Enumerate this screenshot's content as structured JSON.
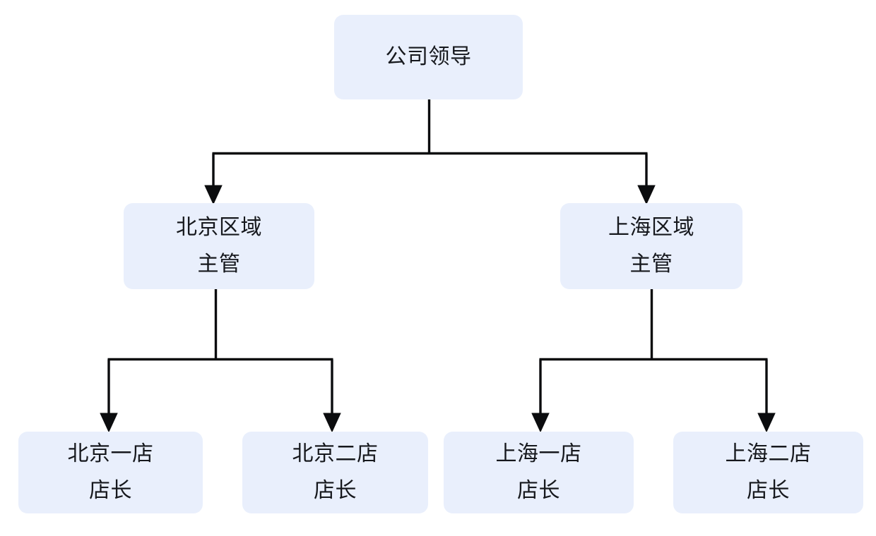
{
  "diagram": {
    "type": "org-chart",
    "orientation": "top-down",
    "title": "",
    "style": {
      "node_fill": "#e9effc",
      "node_text_color": "#16181d",
      "connector_color": "#0b0c0e",
      "background": "#ffffff",
      "connector_type": "orthogonal-elbow",
      "arrowheads": "filled-triangle"
    },
    "nodes": [
      {
        "id": "root",
        "label": "公司领导",
        "lines": [
          "公司领导"
        ],
        "level": 0
      },
      {
        "id": "mgr-bj",
        "label": "北京区域主管",
        "lines": [
          "北京区域",
          "主管"
        ],
        "level": 1
      },
      {
        "id": "mgr-sh",
        "label": "上海区域主管",
        "lines": [
          "上海区域",
          "主管"
        ],
        "level": 1
      },
      {
        "id": "store-bj1",
        "label": "北京一店店长",
        "lines": [
          "北京一店",
          "店长"
        ],
        "level": 2
      },
      {
        "id": "store-bj2",
        "label": "北京二店店长",
        "lines": [
          "北京二店",
          "店长"
        ],
        "level": 2
      },
      {
        "id": "store-sh1",
        "label": "上海一店店长",
        "lines": [
          "上海一店",
          "店长"
        ],
        "level": 2
      },
      {
        "id": "store-sh2",
        "label": "上海二店店长",
        "lines": [
          "上海二店",
          "店长"
        ],
        "level": 2
      }
    ],
    "edges": [
      {
        "from": "root",
        "to": "mgr-bj",
        "arrow": true
      },
      {
        "from": "root",
        "to": "mgr-sh",
        "arrow": true
      },
      {
        "from": "mgr-bj",
        "to": "store-bj1",
        "arrow": true
      },
      {
        "from": "mgr-bj",
        "to": "store-bj2",
        "arrow": true
      },
      {
        "from": "mgr-sh",
        "to": "store-sh1",
        "arrow": true
      },
      {
        "from": "mgr-sh",
        "to": "store-sh2",
        "arrow": true
      }
    ]
  }
}
